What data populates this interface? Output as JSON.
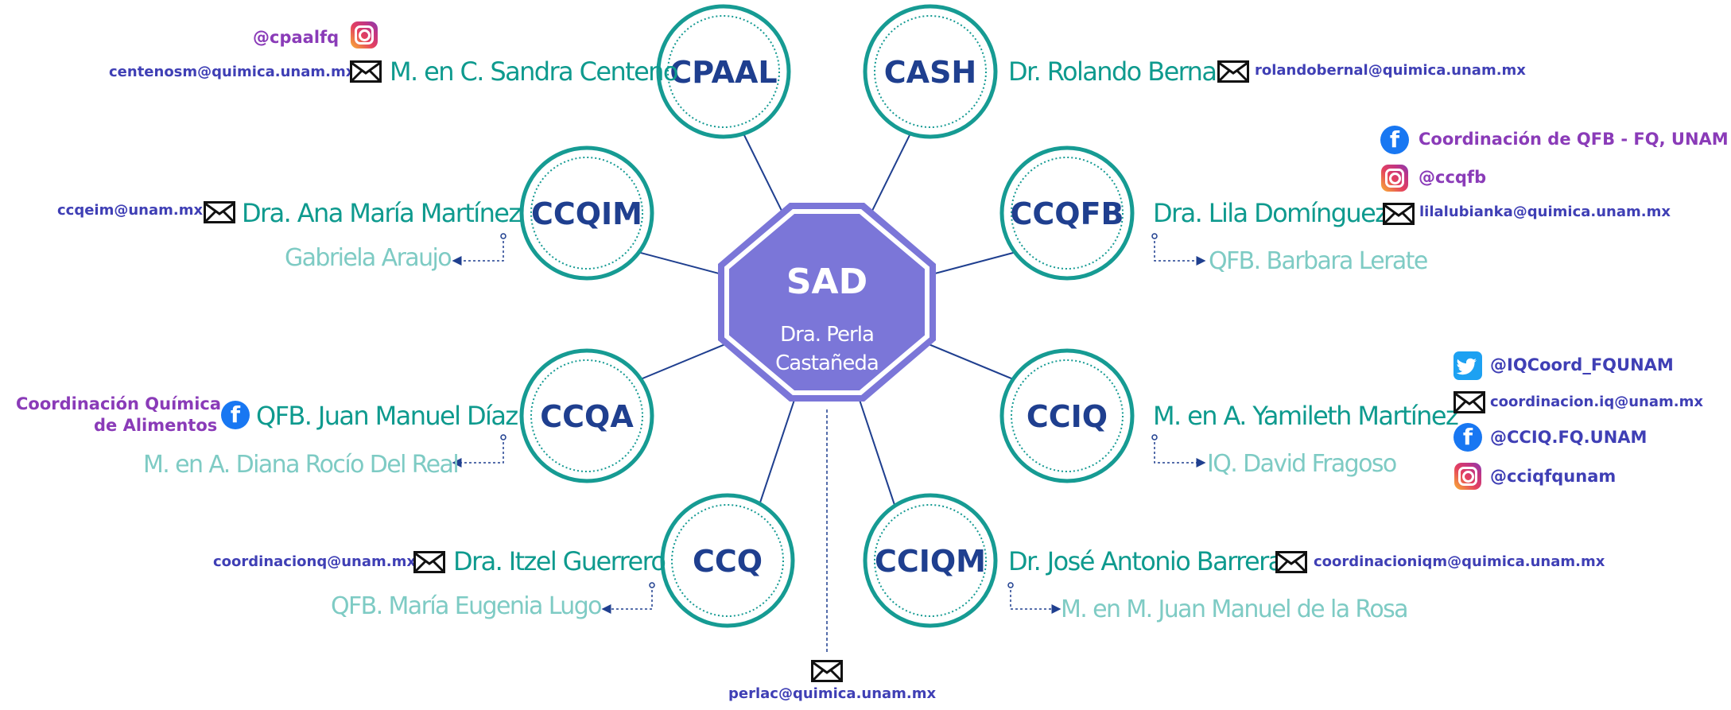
{
  "center": {
    "code": "SAD",
    "name_line1": "Dra. Perla",
    "name_line2": "Castañeda",
    "email": "perlac@quimica.unam.mx"
  },
  "nodes": {
    "cpaal": {
      "code": "CPAAL",
      "name": "M. en C. Sandra Centeno",
      "email": "centenosm@quimica.unam.mx",
      "instagram": "@cpaalfq"
    },
    "cash": {
      "code": "CASH",
      "name": "Dr. Rolando Bernal",
      "email": "rolandobernal@quimica.unam.mx"
    },
    "ccqim": {
      "code": "CCQIM",
      "name": "Dra. Ana María Martínez",
      "email": "ccqeim@unam.mx",
      "assistant": "Gabriela Araujo"
    },
    "ccqfb": {
      "code": "CCQFB",
      "name": "Dra. Lila Domínguez",
      "email": "lilalubianka@quimica.unam.mx",
      "assistant": "QFB. Barbara Lerate",
      "facebook": "Coordinación de QFB - FQ, UNAM",
      "instagram": "@ccqfb"
    },
    "ccqa": {
      "code": "CCQA",
      "name": "QFB. Juan Manuel Díaz",
      "facebook_line1": "Coordinación Química",
      "facebook_line2": "de Alimentos",
      "assistant": "M. en A. Diana Rocío Del Real"
    },
    "cciq": {
      "code": "CCIQ",
      "name": "M. en A. Yamileth Martínez",
      "assistant": "IQ. David Fragoso",
      "twitter": "@IQCoord_FQUNAM",
      "email": "coordinacion.iq@unam.mx",
      "facebook": "@CCIQ.FQ.UNAM",
      "instagram": "@cciqfqunam"
    },
    "ccq": {
      "code": "CCQ",
      "name": "Dra. Itzel Guerrero",
      "email": "coordinacionq@unam.mx",
      "assistant": "QFB. María Eugenia Lugo"
    },
    "cciqm": {
      "code": "CCIQM",
      "name": "Dr. José Antonio Barrera",
      "email": "coordinacioniqm@quimica.unam.mx",
      "assistant": "M. en M. Juan Manuel de la Rosa"
    }
  },
  "colors": {
    "octagon": "#7b76d8",
    "node_ring": "#169b93",
    "code_text": "#1f3f8f",
    "name_text": "#0e9a8e",
    "assistant_text": "#7ecbc4",
    "email_text": "#3f3fb5",
    "social_text": "#8a3bb8",
    "connector": "#1f3f8f"
  },
  "icons": {
    "email": "envelope-icon",
    "instagram": "instagram-icon",
    "facebook": "facebook-icon",
    "twitter": "twitter-icon"
  }
}
